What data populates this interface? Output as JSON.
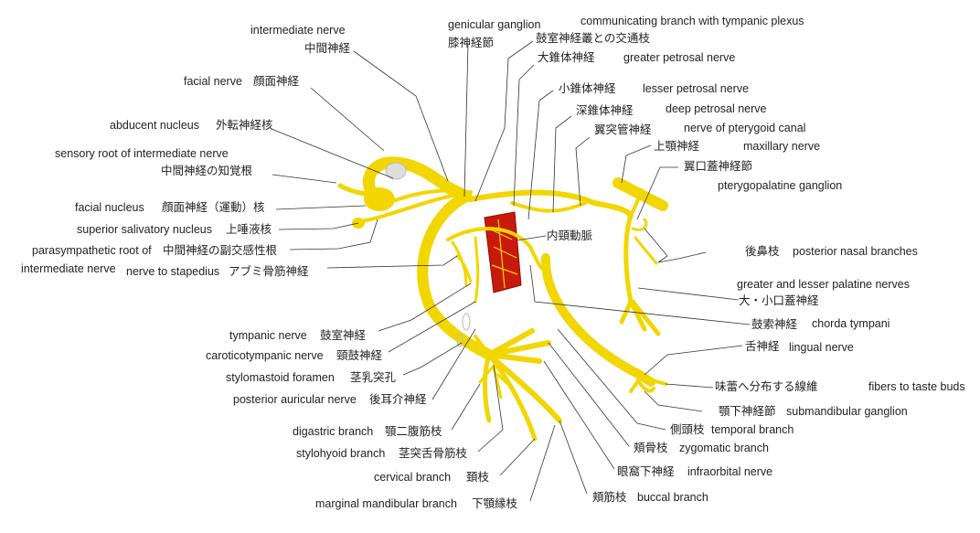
{
  "title": "Facial nerve diagram",
  "colors": {
    "nerve": "#f2d600",
    "artery": "#c81a0c",
    "leader": "#333333"
  },
  "labels": {
    "intermediate_nerve": {
      "en": "intermediate nerve",
      "ja": "中間神経"
    },
    "facial_nerve": {
      "en": "facial nerve",
      "ja": "顔面神経"
    },
    "abducent_nucleus": {
      "en": "abducent nucleus",
      "ja": "外転神経核"
    },
    "sensory_root": {
      "en": "sensory root of intermediate nerve",
      "ja": "中間神経の知覚根"
    },
    "facial_nucleus": {
      "en": "facial nucleus",
      "ja": "顔面神経（運動）核"
    },
    "superior_salivatory": {
      "en": "superior salivatory nucleus",
      "ja": "上唾液核"
    },
    "parasympathetic_root": {
      "en1": "parasympathetic root of",
      "en2": "intermediate nerve",
      "ja": "中間神経の副交感性根"
    },
    "nerve_to_stapedius": {
      "en": "nerve to stapedius",
      "ja": "アブミ骨筋神経"
    },
    "genicular_ganglion": {
      "en": "genicular ganglion",
      "ja": "膝神経節"
    },
    "communicating_branch": {
      "en": "communicating branch with tympanic plexus",
      "ja": "鼓室神経叢との交通枝"
    },
    "greater_petrosal": {
      "en": "greater petrosal nerve",
      "ja": "大錐体神経"
    },
    "lesser_petrosal": {
      "en": "lesser petrosal nerve",
      "ja": "小錐体神経"
    },
    "deep_petrosal": {
      "en": "deep petrosal nerve",
      "ja": "深錐体神経"
    },
    "pterygoid_canal": {
      "en": "nerve of pterygoid canal",
      "ja": "翼突管神経"
    },
    "maxillary_nerve": {
      "en": "maxillary nerve",
      "ja": "上顎神経"
    },
    "pterygopalatine_ganglion": {
      "en": "pterygopalatine ganglion",
      "ja": "翼口蓋神経節"
    },
    "internal_carotid": {
      "ja": "内頸動脈"
    },
    "posterior_nasal": {
      "en": "posterior nasal branches",
      "ja": "後鼻枝"
    },
    "palatine_nerves": {
      "en": "greater and lesser palatine nerves",
      "ja": "大・小口蓋神経"
    },
    "chorda_tympani": {
      "en": "chorda tympani",
      "ja": "鼓索神経"
    },
    "lingual_nerve": {
      "en": "lingual nerve",
      "ja": "舌神経"
    },
    "taste_fibers": {
      "en": "fibers to taste buds",
      "ja": "味蕾へ分布する線維"
    },
    "submandibular_ganglion": {
      "en": "submandibular ganglion",
      "ja": "顎下神経節"
    },
    "temporal_branch": {
      "en": "temporal branch",
      "ja": "側頭枝"
    },
    "zygomatic_branch": {
      "en": "zygomatic branch",
      "ja": "頬骨枝"
    },
    "infraorbital_nerve": {
      "en": "infraorbital nerve",
      "ja": "眼窩下神経"
    },
    "buccal_branch": {
      "en": "buccal branch",
      "ja": "頬筋枝"
    },
    "tympanic_nerve": {
      "en": "tympanic nerve",
      "ja": "鼓室神経"
    },
    "caroticotympanic": {
      "en": "caroticotympanic nerve",
      "ja": "頸鼓神経"
    },
    "stylomastoid": {
      "en": "stylomastoid foramen",
      "ja": "茎乳突孔"
    },
    "posterior_auricular": {
      "en": "posterior auricular nerve",
      "ja": "後耳介神経"
    },
    "digastric_branch": {
      "en": "digastric branch",
      "ja": "顎二腹筋枝"
    },
    "stylohyoid_branch": {
      "en": "stylohyoid branch",
      "ja": "茎突舌骨筋枝"
    },
    "cervical_branch": {
      "en": "cervical branch",
      "ja": "頚枝"
    },
    "marginal_mandibular": {
      "en": "marginal mandibular branch",
      "ja": "下顎縁枝"
    }
  }
}
